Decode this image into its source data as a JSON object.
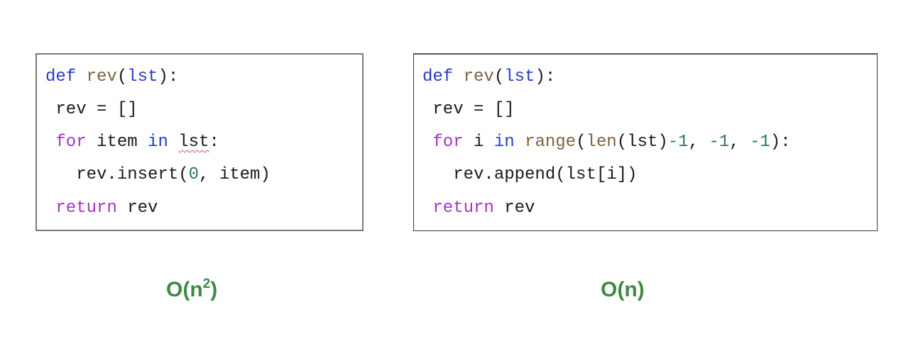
{
  "left_snippet": {
    "lines": [
      {
        "tokens": [
          {
            "t": "def",
            "c": "kw-def"
          },
          {
            "t": " ",
            "c": "plain"
          },
          {
            "t": "rev",
            "c": "fn"
          },
          {
            "t": "(",
            "c": "plain"
          },
          {
            "t": "lst",
            "c": "param"
          },
          {
            "t": "):",
            "c": "plain"
          }
        ]
      },
      {
        "tokens": [
          {
            "t": " rev = []",
            "c": "plain"
          }
        ]
      },
      {
        "tokens": [
          {
            "t": " ",
            "c": "plain"
          },
          {
            "t": "for",
            "c": "kw-ctrl"
          },
          {
            "t": " item ",
            "c": "plain"
          },
          {
            "t": "in",
            "c": "kw-in"
          },
          {
            "t": " ",
            "c": "plain"
          },
          {
            "t": "lst",
            "c": "plain squiggle"
          },
          {
            "t": ":",
            "c": "plain"
          }
        ]
      },
      {
        "tokens": [
          {
            "t": "   rev.insert(",
            "c": "plain"
          },
          {
            "t": "0",
            "c": "num"
          },
          {
            "t": ", item)",
            "c": "plain"
          }
        ]
      },
      {
        "tokens": [
          {
            "t": " ",
            "c": "plain"
          },
          {
            "t": "return",
            "c": "kw-ctrl"
          },
          {
            "t": " rev",
            "c": "plain"
          }
        ]
      }
    ],
    "complexity_base": "O(n",
    "complexity_exp": "2",
    "complexity_close": ")"
  },
  "right_snippet": {
    "lines": [
      {
        "tokens": [
          {
            "t": "def",
            "c": "kw-def"
          },
          {
            "t": " ",
            "c": "plain"
          },
          {
            "t": "rev",
            "c": "fn"
          },
          {
            "t": "(",
            "c": "plain"
          },
          {
            "t": "lst",
            "c": "param"
          },
          {
            "t": "):",
            "c": "plain"
          }
        ]
      },
      {
        "tokens": [
          {
            "t": " rev = []",
            "c": "plain"
          }
        ]
      },
      {
        "tokens": [
          {
            "t": " ",
            "c": "plain"
          },
          {
            "t": "for",
            "c": "kw-ctrl"
          },
          {
            "t": " i ",
            "c": "plain"
          },
          {
            "t": "in",
            "c": "kw-in"
          },
          {
            "t": " ",
            "c": "plain"
          },
          {
            "t": "range",
            "c": "fn"
          },
          {
            "t": "(",
            "c": "plain"
          },
          {
            "t": "len",
            "c": "fn"
          },
          {
            "t": "(lst)",
            "c": "plain"
          },
          {
            "t": "-1",
            "c": "num"
          },
          {
            "t": ", ",
            "c": "plain"
          },
          {
            "t": "-1",
            "c": "num"
          },
          {
            "t": ", ",
            "c": "plain"
          },
          {
            "t": "-1",
            "c": "num"
          },
          {
            "t": "):",
            "c": "plain"
          }
        ]
      },
      {
        "tokens": [
          {
            "t": "   rev.append(lst[i])",
            "c": "plain"
          }
        ]
      },
      {
        "tokens": [
          {
            "t": " ",
            "c": "plain"
          },
          {
            "t": "return",
            "c": "kw-ctrl"
          },
          {
            "t": " rev",
            "c": "plain"
          }
        ]
      }
    ],
    "complexity": "O(n)"
  },
  "colors": {
    "keyword_def": "#2a3bc2",
    "keyword_control": "#a035c9",
    "function_name": "#7a6541",
    "number": "#2e7a4e",
    "complexity_label": "#3e8a46"
  }
}
